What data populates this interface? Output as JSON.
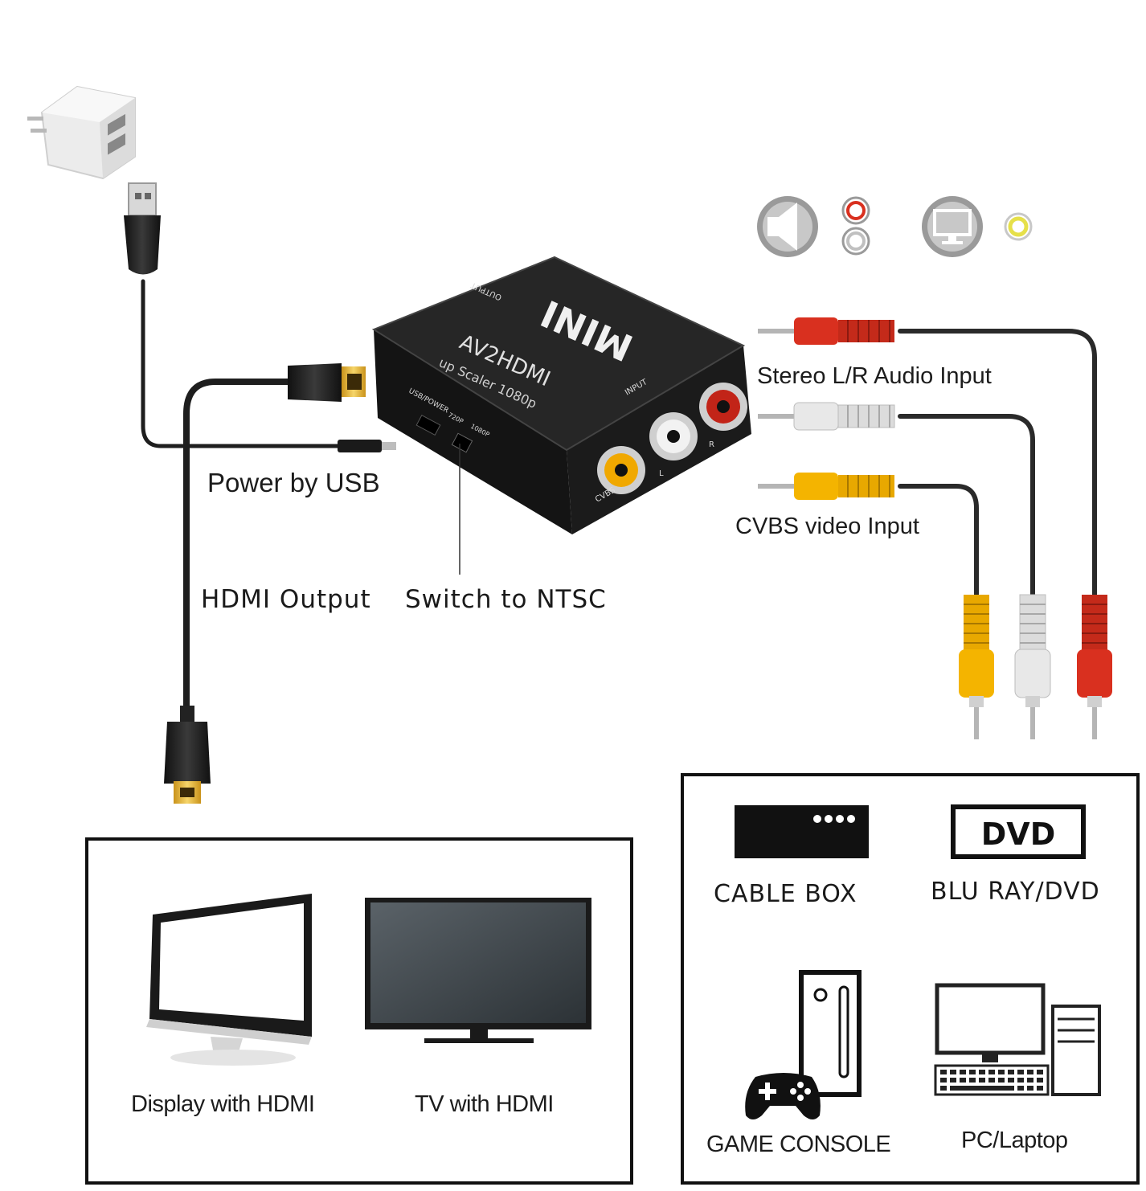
{
  "adapter": {
    "brand": "MINI",
    "model": "AV2HDMI",
    "subtitle": "up Scaler 1080p",
    "output_port_label": "OUTPUT",
    "input_port_label": "INPUT",
    "usb_port_label": "USB/POWER",
    "switch_left_label": "720P",
    "switch_right_label": "1080P",
    "jack_l_label": "L",
    "jack_r_label": "R",
    "jack_cvbs_label": "CVBS"
  },
  "callouts": {
    "power": "Power by USB",
    "hdmi_output": "HDMI Output",
    "switch": "Switch to NTSC",
    "audio_input": "Stereo L/R Audio Input",
    "video_input": "CVBS video Input"
  },
  "output_devices": {
    "display": "Display with HDMI",
    "tv": "TV with HDMI"
  },
  "input_devices": {
    "cable_box": "CABLE BOX",
    "dvd_badge": "DVD",
    "bluray": "BLU RAY/DVD",
    "console": "GAME CONSOLE",
    "pc": "PC/Laptop"
  },
  "colors": {
    "rca_red": "#d9301f",
    "rca_white": "#e8e8e8",
    "rca_yellow": "#f4b400",
    "adapter_body": "#1b1b1b",
    "hdmi_gold": "#e8b830"
  },
  "icons": [
    "speaker-icon",
    "monitor-icon",
    "usb-charger-icon",
    "gamepad-icon",
    "keyboard-icon"
  ]
}
